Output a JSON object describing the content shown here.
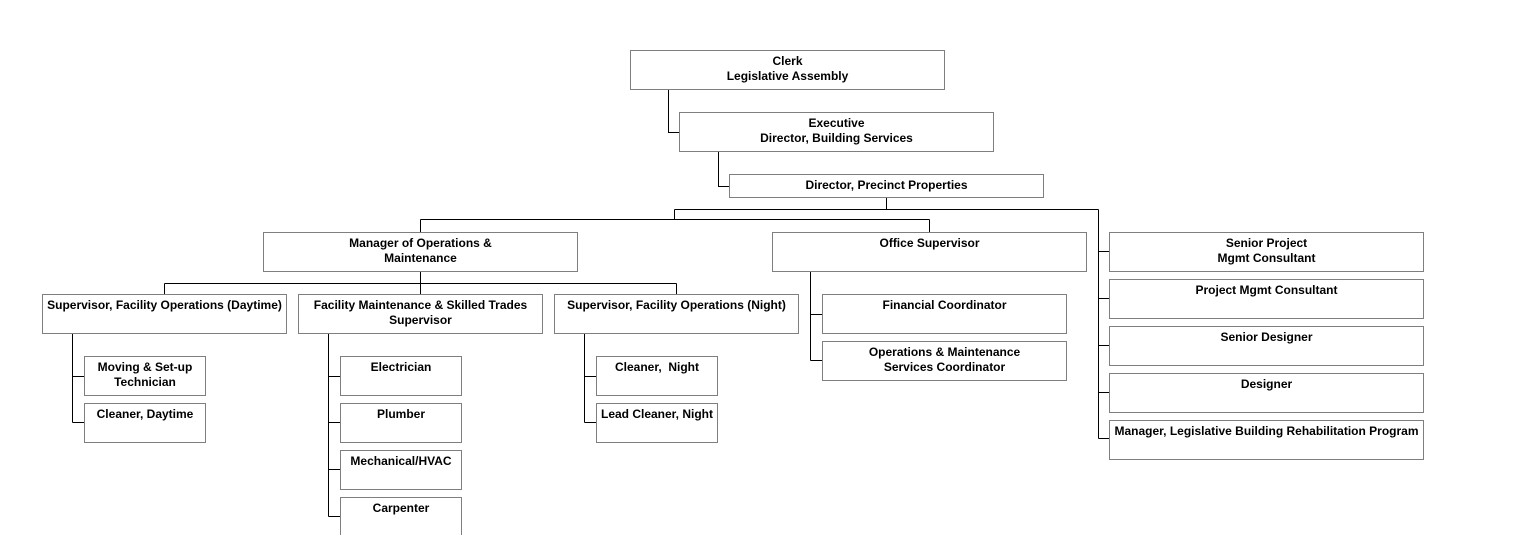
{
  "org": {
    "clerk": {
      "line1": "Clerk",
      "line2": "Legislative Assembly"
    },
    "executive": {
      "line1": "Executive",
      "line2": "Director, Building Services"
    },
    "director_precinct": {
      "line1": "Director, Precinct Properties"
    },
    "manager_ops": {
      "line1": "Manager of Operations &",
      "line2": "Maintenance"
    },
    "office_supervisor": {
      "line1": "Office Supervisor"
    },
    "sup_daytime": {
      "line1": "Supervisor, Facility Operations (Daytime)"
    },
    "moving_tech": {
      "line1": "Moving & Set-up",
      "line2": "Technician"
    },
    "cleaner_day": {
      "line1": "Cleaner, Daytime"
    },
    "facility_trades": {
      "line1": "Facility Maintenance & Skilled Trades",
      "line2": "Supervisor"
    },
    "electrician": {
      "line1": "Electrician"
    },
    "plumber": {
      "line1": "Plumber"
    },
    "mechanical": {
      "line1": "Mechanical/HVAC"
    },
    "carpenter": {
      "line1": "Carpenter"
    },
    "sup_night": {
      "line1": "Supervisor, Facility Operations (Night)"
    },
    "cleaner_night": {
      "line1": "Cleaner,  Night"
    },
    "lead_cleaner": {
      "line1": "Lead Cleaner, Night"
    },
    "financial_coord": {
      "line1": "Financial Coordinator"
    },
    "ops_coord": {
      "line1": "Operations & Maintenance",
      "line2": "Services Coordinator"
    },
    "senior_pm": {
      "line1": "Senior Project",
      "line2": "Mgmt Consultant"
    },
    "pm_consultant": {
      "line1": "Project Mgmt Consultant"
    },
    "senior_designer": {
      "line1": "Senior Designer"
    },
    "designer": {
      "line1": "Designer"
    },
    "manager_rehab": {
      "line1": "Manager, Legislative Building Rehabilitation Program"
    }
  }
}
